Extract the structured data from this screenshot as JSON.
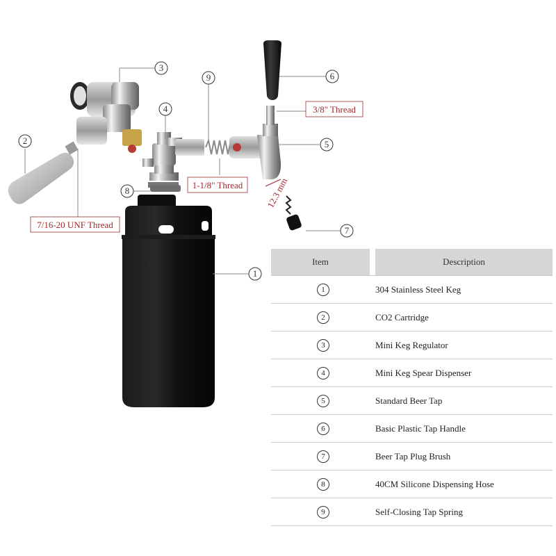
{
  "callouts": [
    "1",
    "2",
    "3",
    "4",
    "5",
    "6",
    "7",
    "8",
    "9"
  ],
  "threads": {
    "three_eighths": "3/8\" Thread",
    "one_one_eighth": "1-1/8\" Thread",
    "unf": "7/16-20 UNF Thread",
    "measure": "12.3 mm"
  },
  "table": {
    "headers": [
      "Item",
      "Description"
    ],
    "rows": [
      {
        "num": "1",
        "desc": "304 Stainless Steel Keg"
      },
      {
        "num": "2",
        "desc": "CO2 Cartridge"
      },
      {
        "num": "3",
        "desc": "Mini Keg Regulator"
      },
      {
        "num": "4",
        "desc": "Mini Keg Spear Dispenser"
      },
      {
        "num": "5",
        "desc": "Standard Beer Tap"
      },
      {
        "num": "6",
        "desc": "Basic Plastic Tap Handle"
      },
      {
        "num": "7",
        "desc": "Beer Tap Plug Brush"
      },
      {
        "num": "8",
        "desc": "40CM Silicone Dispensing Hose"
      },
      {
        "num": "9",
        "desc": "Self-Closing Tap Spring"
      }
    ]
  },
  "colors": {
    "thread_text": "#a0282c",
    "table_header_bg": "#d6d6d6",
    "keg": "#141414"
  }
}
